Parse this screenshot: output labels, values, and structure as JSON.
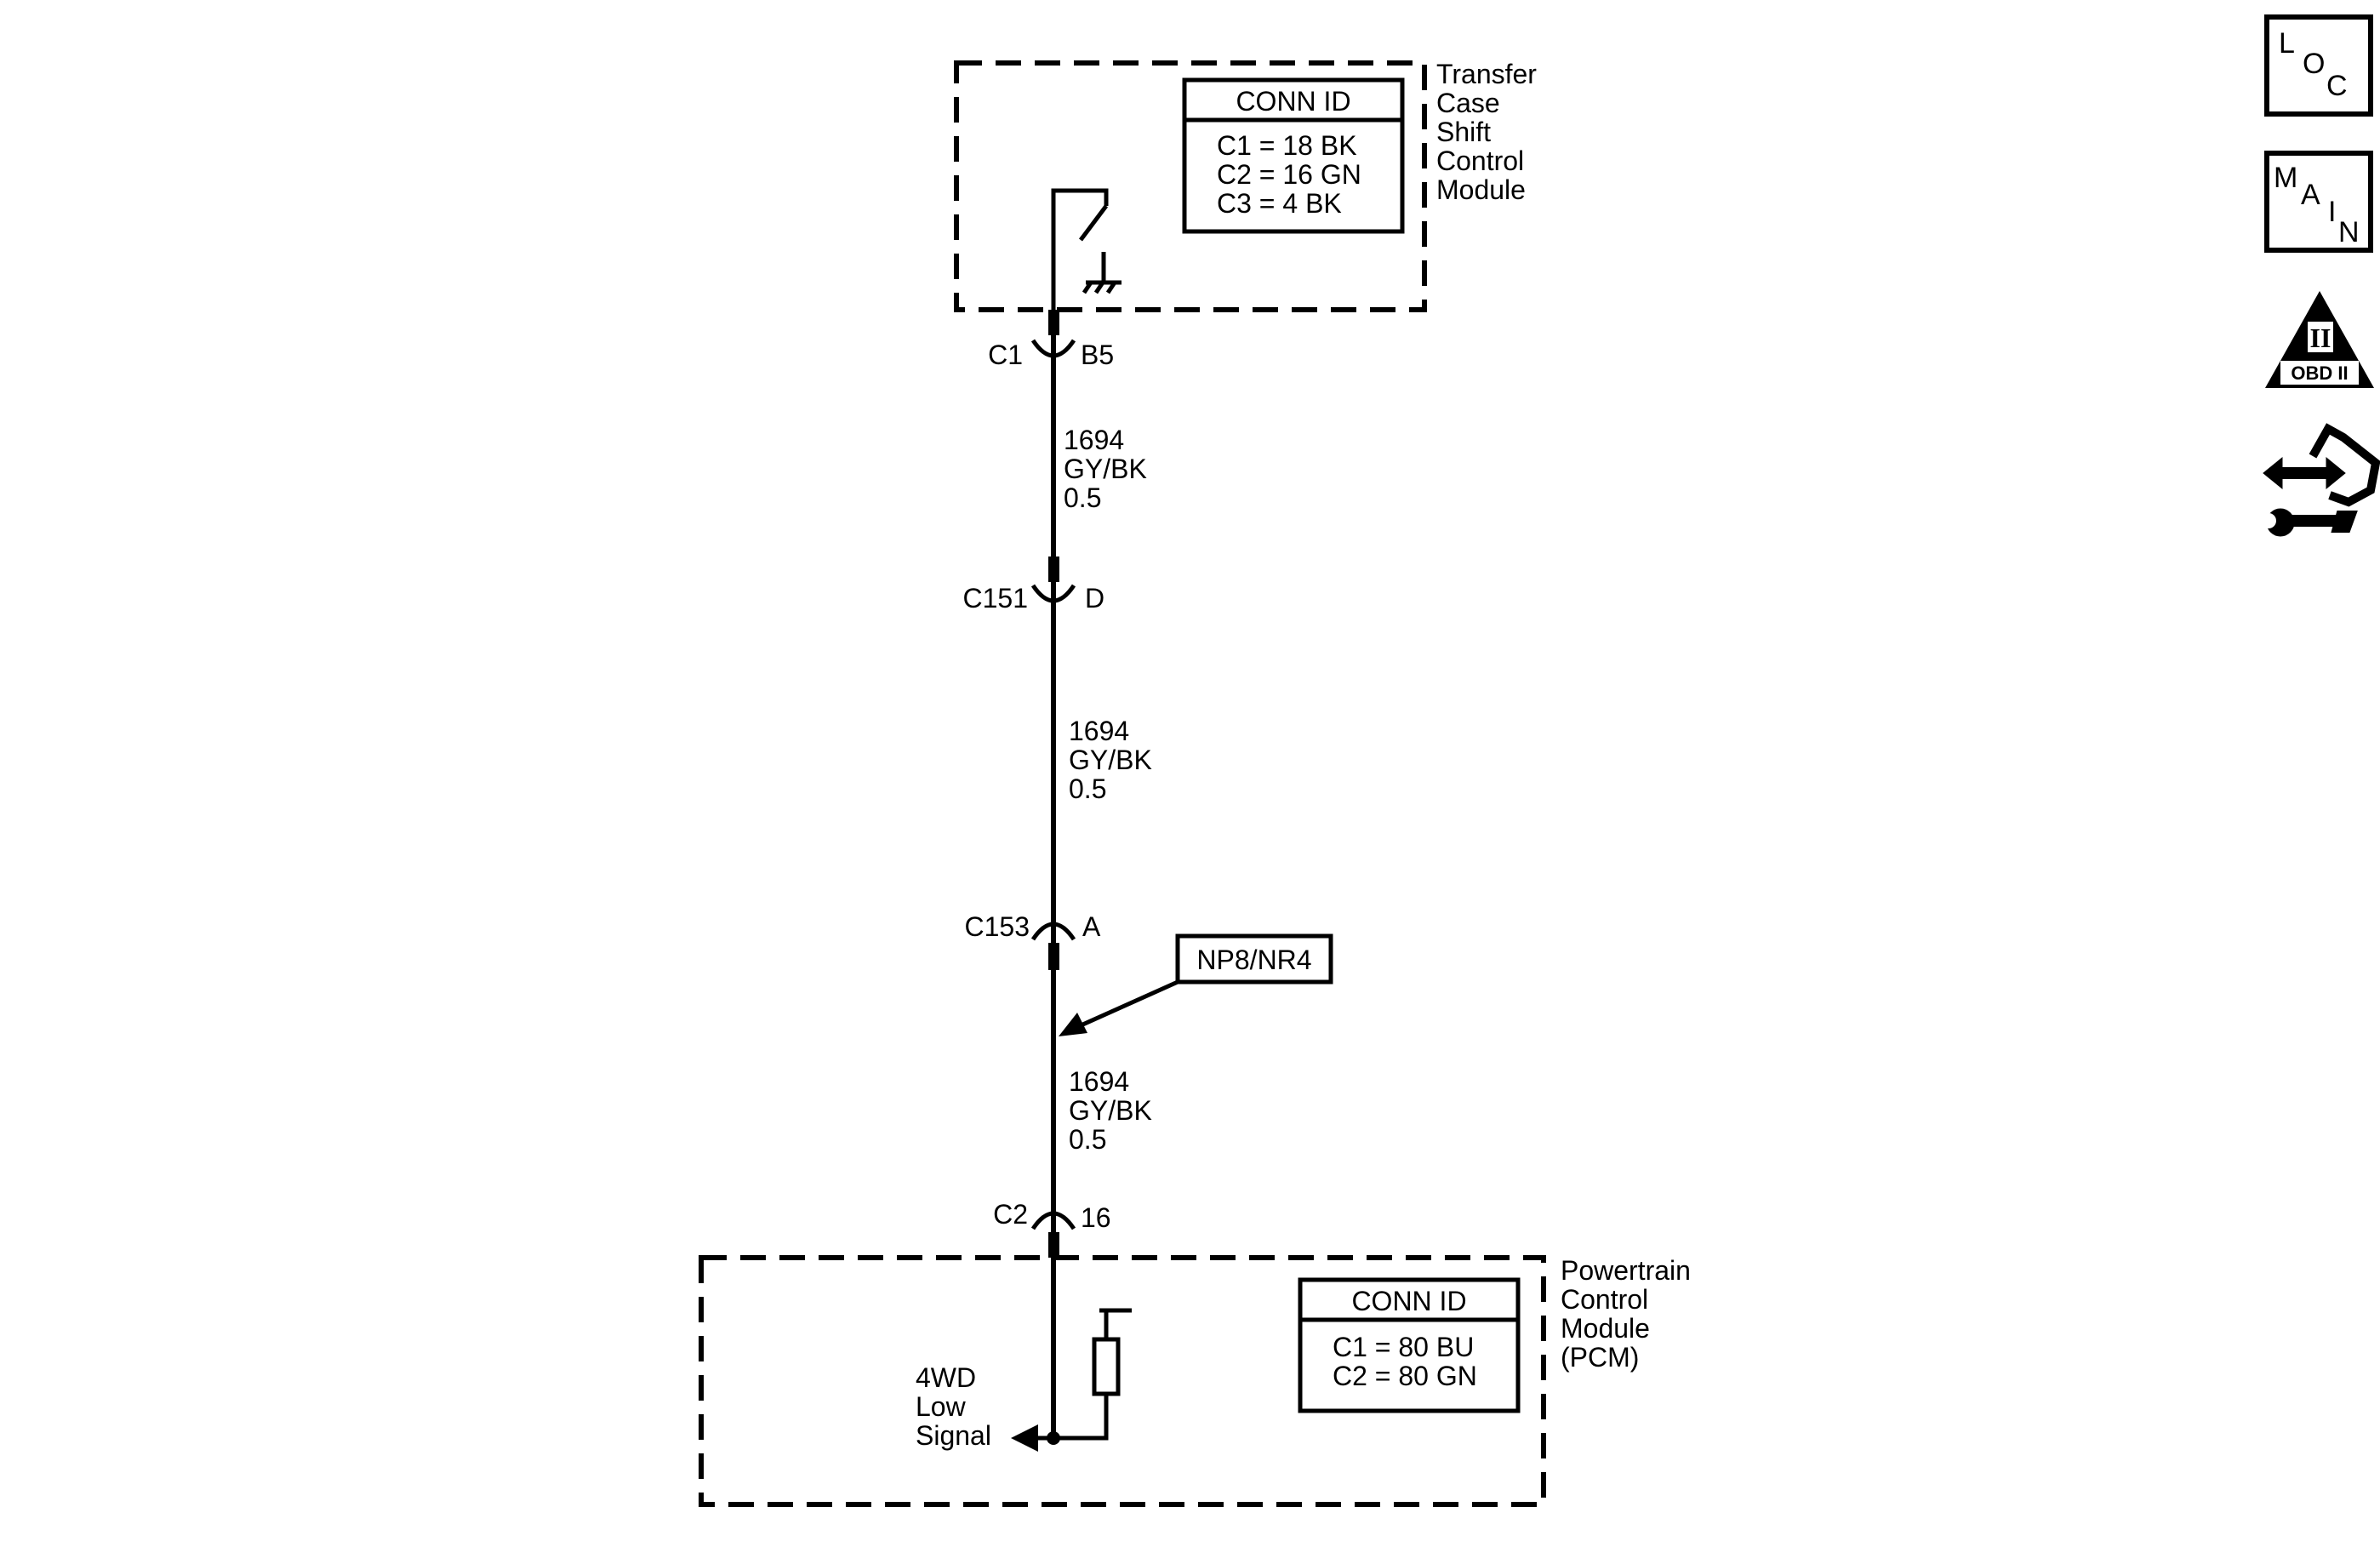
{
  "top_module": {
    "name_lines": [
      "Transfer",
      "Case",
      "Shift",
      "Control",
      "Module"
    ],
    "conn_id_title": "CONN ID",
    "conn_ids": [
      "C1 = 18 BK",
      "C2 = 16 GN",
      "C3 = 4 BK"
    ]
  },
  "bottom_module": {
    "name_lines": [
      "Powertrain",
      "Control",
      "Module",
      "(PCM)"
    ],
    "conn_id_title": "CONN ID",
    "conn_ids": [
      "C1 = 80 BU",
      "C2 = 80 GN"
    ],
    "signal_lines": [
      "4WD",
      "Low",
      "Signal"
    ]
  },
  "connectors": [
    {
      "id": "C1",
      "pin": "B5"
    },
    {
      "id": "C151",
      "pin": "D"
    },
    {
      "id": "C153",
      "pin": "A"
    },
    {
      "id": "C2",
      "pin": "16"
    }
  ],
  "wire_segments": [
    {
      "circuit": "1694",
      "color": "GY/BK",
      "size": "0.5"
    },
    {
      "circuit": "1694",
      "color": "GY/BK",
      "size": "0.5"
    },
    {
      "circuit": "1694",
      "color": "GY/BK",
      "size": "0.5"
    }
  ],
  "option_callout": "NP8/NR4",
  "side_icons": {
    "loc": [
      "L",
      "O",
      "C"
    ],
    "main": [
      "M",
      "A",
      "I",
      "N"
    ],
    "obd_numeral": "II",
    "obd_label": "OBD II"
  }
}
